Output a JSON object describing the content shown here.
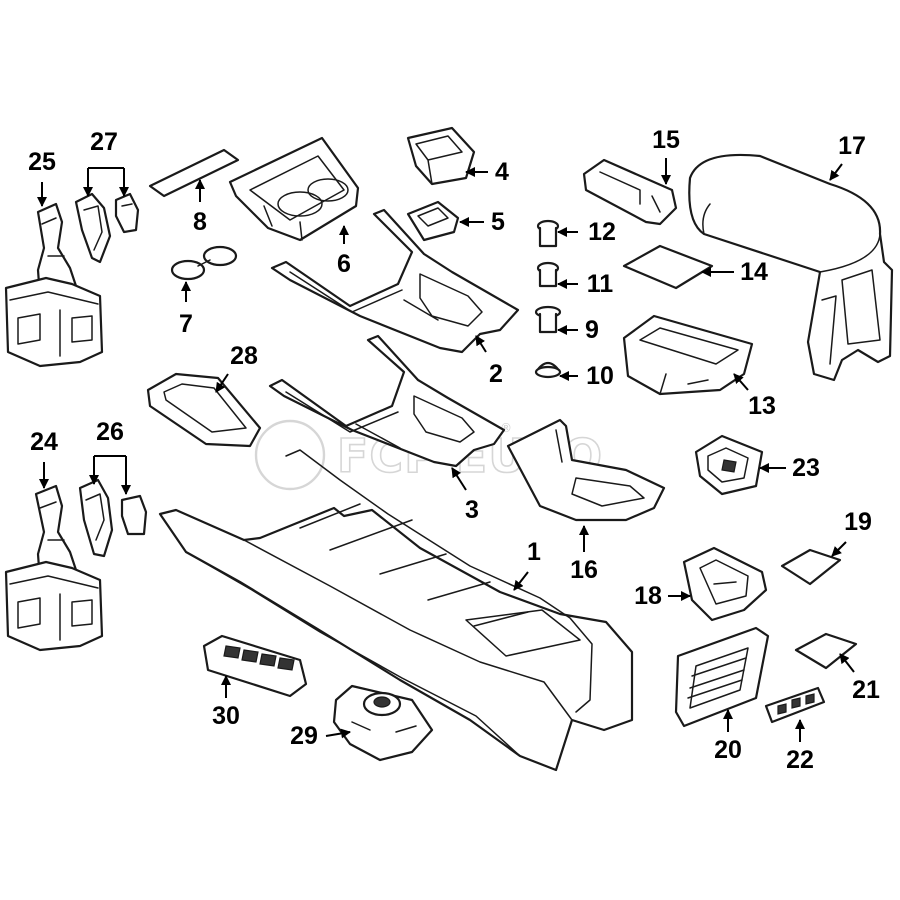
{
  "watermark": {
    "text": "FCP EURO",
    "mark": "®"
  },
  "callouts": {
    "1": "1",
    "2": "2",
    "3": "3",
    "4": "4",
    "5": "5",
    "6": "6",
    "7": "7",
    "8": "8",
    "9": "9",
    "10": "10",
    "11": "11",
    "12": "12",
    "13": "13",
    "14": "14",
    "15": "15",
    "16": "16",
    "17": "17",
    "18": "18",
    "19": "19",
    "20": "20",
    "21": "21",
    "22": "22",
    "23": "23",
    "24": "24",
    "25": "25",
    "26": "26",
    "27": "27",
    "28": "28",
    "29": "29",
    "30": "30"
  }
}
